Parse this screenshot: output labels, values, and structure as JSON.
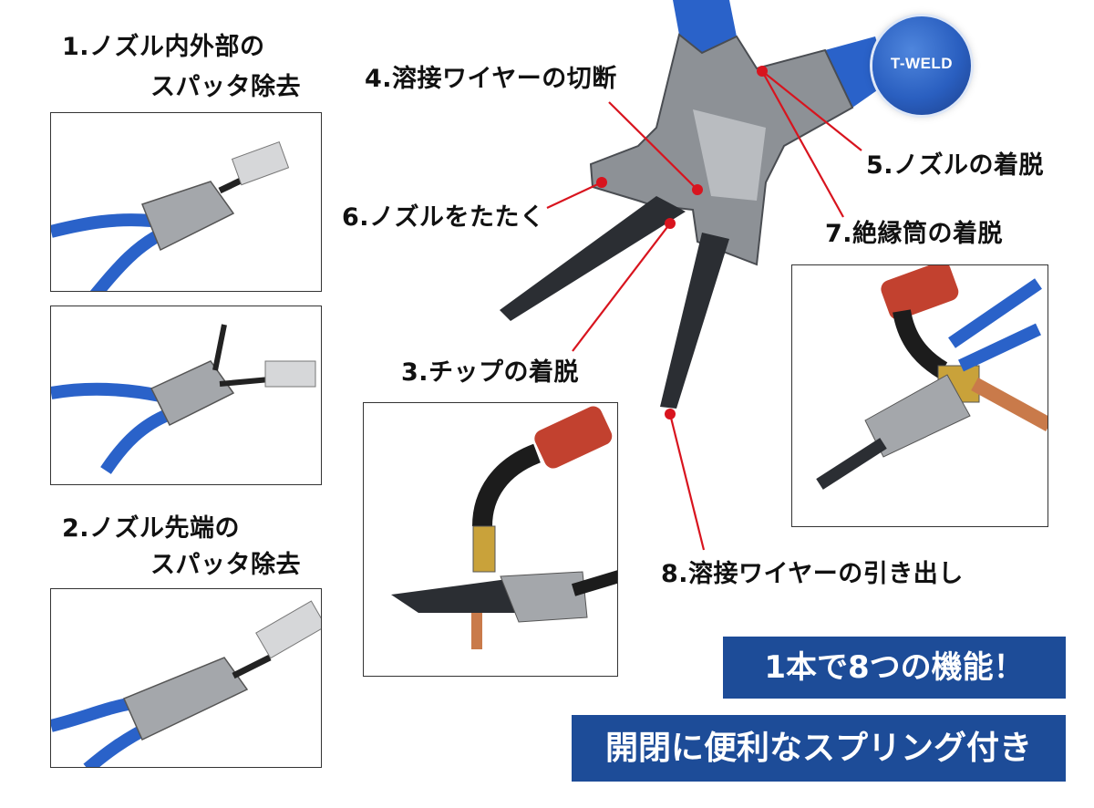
{
  "logo": {
    "text": "T-WELD"
  },
  "labels": {
    "f1_line1": "1.ノズル内外部の",
    "f1_line2": "スパッタ除去",
    "f2_line1": "2.ノズル先端の",
    "f2_line2": "スパッタ除去",
    "f3": "3.チップの着脱",
    "f4": "4.溶接ワイヤーの切断",
    "f5": "5.ノズルの着脱",
    "f6": "6.ノズルをたたく",
    "f7": "7.絶縁筒の着脱",
    "f8": "8.溶接ワイヤーの引き出し"
  },
  "banners": {
    "functions": "1本で8つの機能！",
    "spring": "開閉に便利なスプリング付き"
  },
  "colors": {
    "handle_blue": "#2a62c9",
    "callout_red": "#d8141e",
    "banner_blue": "#1d4c98",
    "torch_red": "#c2412f"
  }
}
